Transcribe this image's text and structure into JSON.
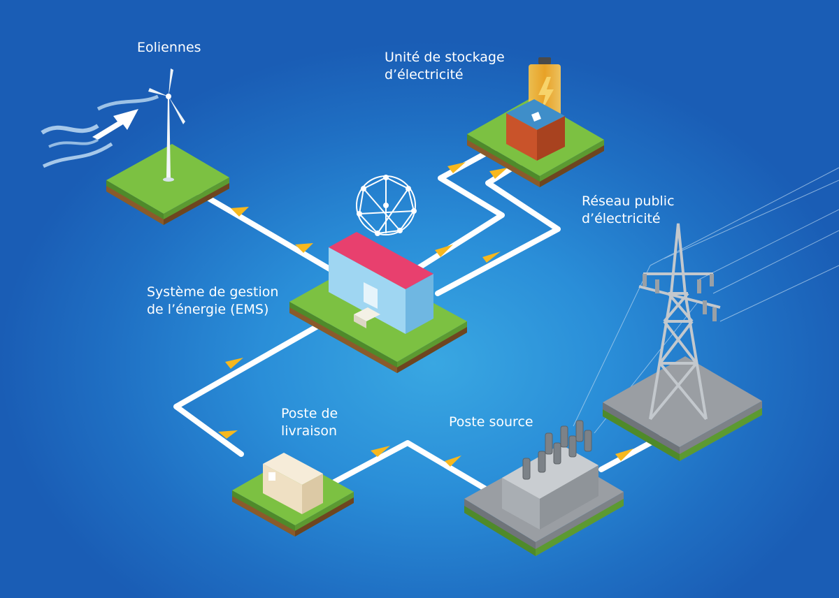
{
  "labels": {
    "wind": [
      "Eoliennes"
    ],
    "storage": [
      "Unité de stockage",
      "d’électricité"
    ],
    "grid": [
      "Réseau public",
      "d’électricité"
    ],
    "ems": [
      "Système de gestion",
      "de l’énergie (EMS)"
    ],
    "delivery": [
      "Poste de",
      "livraison"
    ],
    "source": [
      "Poste source"
    ]
  },
  "colors": {
    "background": "#2a8ed8",
    "grass": "#7cc142",
    "soil": "#8a5a2b",
    "concrete": "#9a9ea3",
    "cable": "#ffffff",
    "arrow": "#f7b81e",
    "container_roof": "#e8406e",
    "container_body": "#9fd6f2",
    "storage_container": "#c9532a",
    "battery": "#f3a51f"
  },
  "icons": [
    "wind-turbine-icon",
    "wind-arrow-icon",
    "battery-icon",
    "storage-container-icon",
    "ems-container-icon",
    "network-sphere-icon",
    "delivery-substation-icon",
    "transformer-icon",
    "pylon-icon"
  ]
}
